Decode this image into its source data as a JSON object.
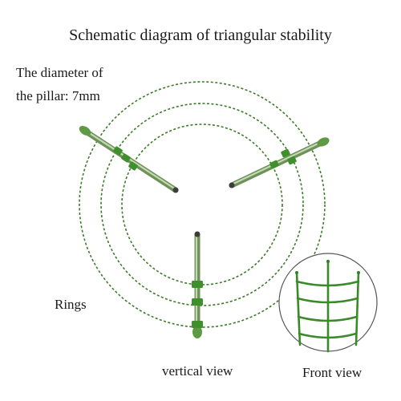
{
  "title": "Schematic diagram of triangular stability",
  "diameter_line1": "The diameter of",
  "diameter_line2": "the pillar: 7mm",
  "rings_label": "Rings",
  "vertical_view_label": "vertical view",
  "front_view_label": "Front view",
  "colors": {
    "pillar": "#7fa06a",
    "pillar_highlight": "#b6cfa4",
    "clip": "#3f8f2c",
    "ring": "#3d7a2a",
    "text": "#1a1a1a"
  }
}
